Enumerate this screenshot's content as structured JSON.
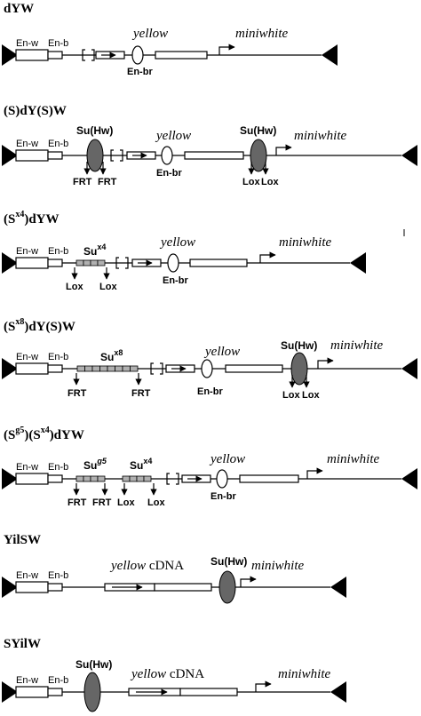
{
  "constructs": [
    {
      "name_parts": [
        "dYW",
        "",
        "",
        ""
      ],
      "labels": {
        "en_w": "En-w",
        "en_b": "En-b",
        "yellow": "yellow",
        "miniwhite": "miniwhite",
        "en_br": "En-br"
      }
    },
    {
      "name_parts": [
        "(S)dY(S)W",
        "",
        "",
        ""
      ],
      "labels": {
        "en_w": "En-w",
        "en_b": "En-b",
        "su1": "Su(Hw)",
        "yellow": "yellow",
        "su2": "Su(Hw)",
        "miniwhite": "miniwhite",
        "frt1": "FRT",
        "frt2": "FRT",
        "en_br": "En-br",
        "lox1": "Lox",
        "lox2": "Lox"
      }
    },
    {
      "name_parts": [
        "(S",
        "x4",
        ")dYW",
        ""
      ],
      "labels": {
        "en_w": "En-w",
        "en_b": "En-b",
        "su_base": "Su",
        "su_sup": "x4",
        "yellow": "yellow",
        "miniwhite": "miniwhite",
        "lox1": "Lox",
        "lox2": "Lox",
        "en_br": "En-br"
      }
    },
    {
      "name_parts": [
        "(S",
        "x8",
        ")dY(S)W",
        ""
      ],
      "labels": {
        "en_w": "En-w",
        "en_b": "En-b",
        "su_base": "Su",
        "su_sup": "x8",
        "yellow": "yellow",
        "su2": "Su(Hw)",
        "miniwhite": "miniwhite",
        "frt1": "FRT",
        "frt2": "FRT",
        "en_br": "En-br",
        "lox1": "Lox",
        "lox2": "Lox"
      }
    },
    {
      "name_parts": [
        "(S",
        "g5",
        ")(S",
        "x4",
        ")dYW"
      ],
      "labels": {
        "en_w": "En-w",
        "en_b": "En-b",
        "su1_base": "Su",
        "su1_sup": "g5",
        "su2_base": "Su",
        "su2_sup": "x4",
        "yellow": "yellow",
        "miniwhite": "miniwhite",
        "frt1": "FRT",
        "frt2": "FRT",
        "lox1": "Lox",
        "lox2": "Lox",
        "en_br": "En-br"
      }
    },
    {
      "name_parts": [
        "YilSW",
        "",
        "",
        ""
      ],
      "labels": {
        "en_w": "En-w",
        "en_b": "En-b",
        "yellow": "yellow",
        "cdna": " cDNA",
        "su": "Su(Hw)",
        "miniwhite": "miniwhite"
      }
    },
    {
      "name_parts": [
        "SYilW",
        "",
        "",
        ""
      ],
      "labels": {
        "en_w": "En-w",
        "en_b": "En-b",
        "su": "Su(Hw)",
        "yellow": "yellow",
        "cdna": " cDNA",
        "miniwhite": "miniwhite"
      }
    }
  ],
  "colors": {
    "ink": "#000000",
    "insulator_fill": "#666666",
    "su_block_fill": "#b0b0b0",
    "background": "#ffffff"
  }
}
